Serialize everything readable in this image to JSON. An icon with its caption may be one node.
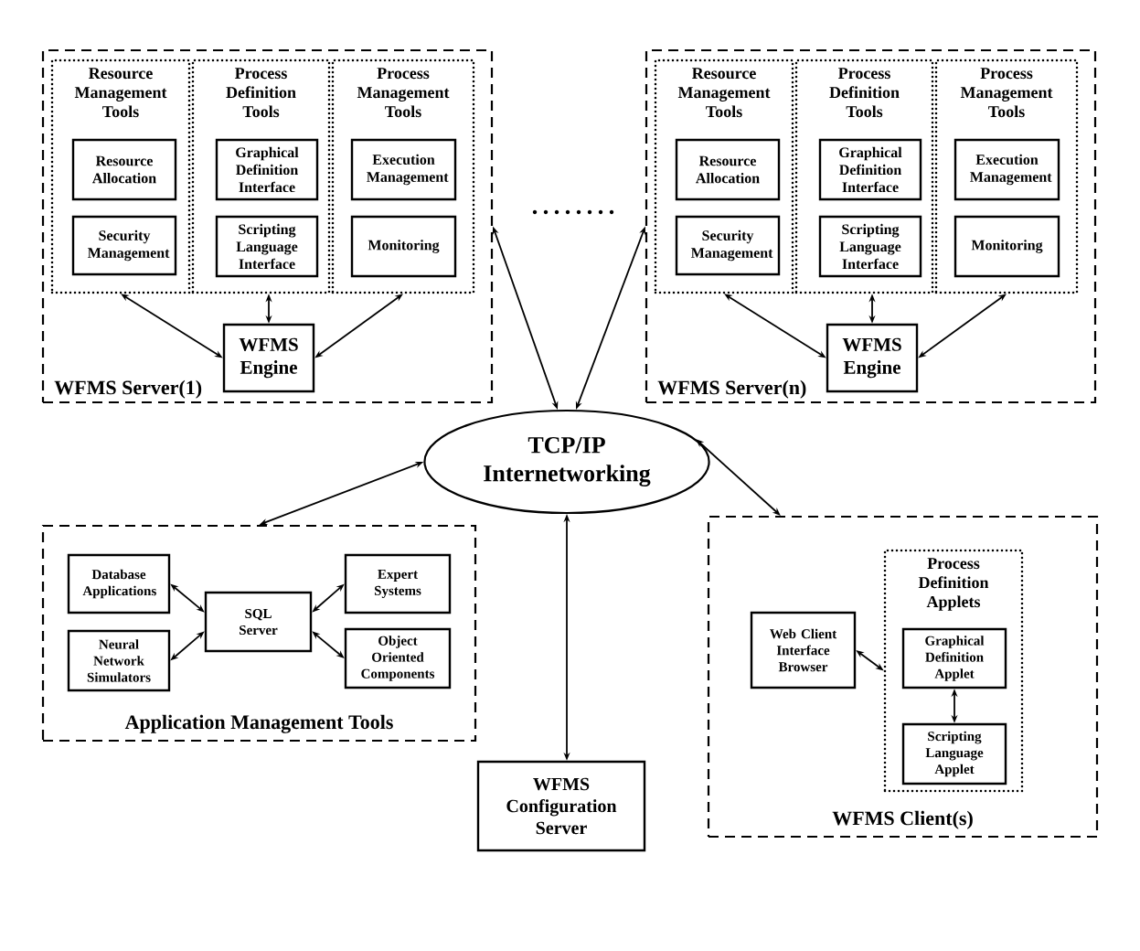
{
  "diagram": {
    "nodes": [
      {
        "text": [
          "WFMS Server(1)"
        ]
      },
      {
        "text": [
          "Resource Management Tools"
        ],
        "in": 0
      },
      {
        "text": [
          "Resource Allocation"
        ],
        "in": 1
      },
      {
        "text": [
          "Security Management"
        ],
        "in": 1
      },
      {
        "text": [
          "Process Definition Tools"
        ],
        "in": 0
      },
      {
        "text": [
          "Graphical Definition Interface"
        ],
        "in": 4
      },
      {
        "text": [
          "Scripting Language Interface"
        ],
        "in": 4
      },
      {
        "text": [
          "Process Management Tools"
        ],
        "in": 0
      },
      {
        "text": [
          "Execution Management"
        ],
        "in": 7
      },
      {
        "text": [
          "Monitoring"
        ],
        "in": 7
      },
      {
        "text": [
          "WFMS Engine"
        ],
        "in": 0
      },
      {
        "text": [
          "WFMS Server(n)"
        ]
      },
      {
        "text": [
          "Resource Management Tools"
        ],
        "in": 11
      },
      {
        "text": [
          "Resource Allocation"
        ],
        "in": 12
      },
      {
        "text": [
          "Security Management"
        ],
        "in": 12
      },
      {
        "text": [
          "Process Definition Tools"
        ],
        "in": 11
      },
      {
        "text": [
          "Graphical Definition Interface"
        ],
        "in": 15
      },
      {
        "text": [
          "Scripting Language Interface"
        ],
        "in": 15
      },
      {
        "text": [
          "Process Management Tools"
        ],
        "in": 11
      },
      {
        "text": [
          "Execution Management"
        ],
        "in": 18
      },
      {
        "text": [
          "Monitoring"
        ],
        "in": 18
      },
      {
        "text": [
          "WFMS Engine"
        ],
        "in": 11
      },
      {
        "text": [
          "TCP/IP Internetworking"
        ]
      },
      {
        "text": [
          "Application Management Tools"
        ]
      },
      {
        "text": [
          "Database Applications"
        ],
        "in": 23
      },
      {
        "text": [
          "Neural Network Simulators"
        ],
        "in": 23
      },
      {
        "text": [
          "SQL Server"
        ],
        "in": 23
      },
      {
        "text": [
          "Expert Systems"
        ],
        "in": 23
      },
      {
        "text": [
          "Object Oriented Components"
        ],
        "in": 23
      },
      {
        "text": [
          "WFMS Configuration Server"
        ]
      },
      {
        "text": [
          "WFMS Client(s)"
        ]
      },
      {
        "text": [
          "Web Client Interface Browser"
        ],
        "in": 30
      },
      {
        "text": [
          "Process Definition Applets"
        ],
        "in": 30
      },
      {
        "text": [
          "Graphical Definition Applet"
        ],
        "in": 32
      },
      {
        "text": [
          "Scripting Language Applet"
        ],
        "in": 32
      }
    ],
    "edges": [
      {
        "from": 10,
        "to": 1,
        "arrow": "both"
      },
      {
        "from": 10,
        "to": 4,
        "arrow": "both"
      },
      {
        "from": 10,
        "to": 7,
        "arrow": "both"
      },
      {
        "from": 21,
        "to": 12,
        "arrow": "both"
      },
      {
        "from": 21,
        "to": 15,
        "arrow": "both"
      },
      {
        "from": 21,
        "to": 18,
        "arrow": "both"
      },
      {
        "from": 22,
        "to": 0,
        "arrow": "both"
      },
      {
        "from": 22,
        "to": 11,
        "arrow": "both"
      },
      {
        "from": 22,
        "to": 23,
        "arrow": "both"
      },
      {
        "from": 22,
        "to": 30,
        "arrow": "both"
      },
      {
        "from": 22,
        "to": 29,
        "arrow": "both"
      },
      {
        "from": 24,
        "to": 26,
        "arrow": "both"
      },
      {
        "from": 25,
        "to": 26,
        "arrow": "both"
      },
      {
        "from": 27,
        "to": 26,
        "arrow": "both"
      },
      {
        "from": 28,
        "to": 26,
        "arrow": "both"
      },
      {
        "from": 31,
        "to": 32,
        "arrow": "both"
      },
      {
        "from": 33,
        "to": 34,
        "arrow": "both"
      }
    ]
  }
}
